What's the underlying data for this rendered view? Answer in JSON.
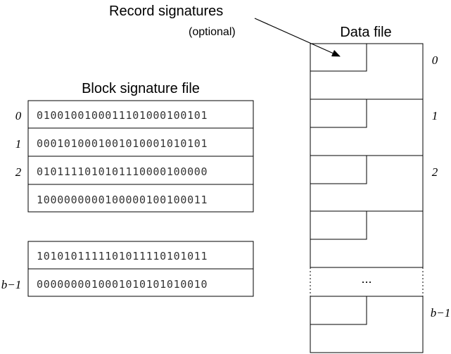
{
  "labels": {
    "record_signatures": "Record signatures",
    "optional": "(optional)",
    "data_file": "Data file",
    "block_signature_file": "Block signature file",
    "ellipsis": "..."
  },
  "signature_rows": [
    {
      "index": "0",
      "bits": "01001001000111010001001 01"
    },
    {
      "index": "1",
      "bits": "00010100010010100010101 01"
    },
    {
      "index": "2",
      "bits": "01011110101011100001000 00"
    },
    {
      "index": "",
      "bits": "10000000001000001001000 11"
    },
    {
      "index": "",
      "bits": "10101011111010111101010 11"
    },
    {
      "index": "b−1",
      "bits": "00000000100010101010100 10"
    }
  ],
  "data_blocks": [
    {
      "index": "0"
    },
    {
      "index": "1"
    },
    {
      "index": "2"
    },
    {
      "index": ""
    },
    {
      "index": "b−1"
    }
  ]
}
